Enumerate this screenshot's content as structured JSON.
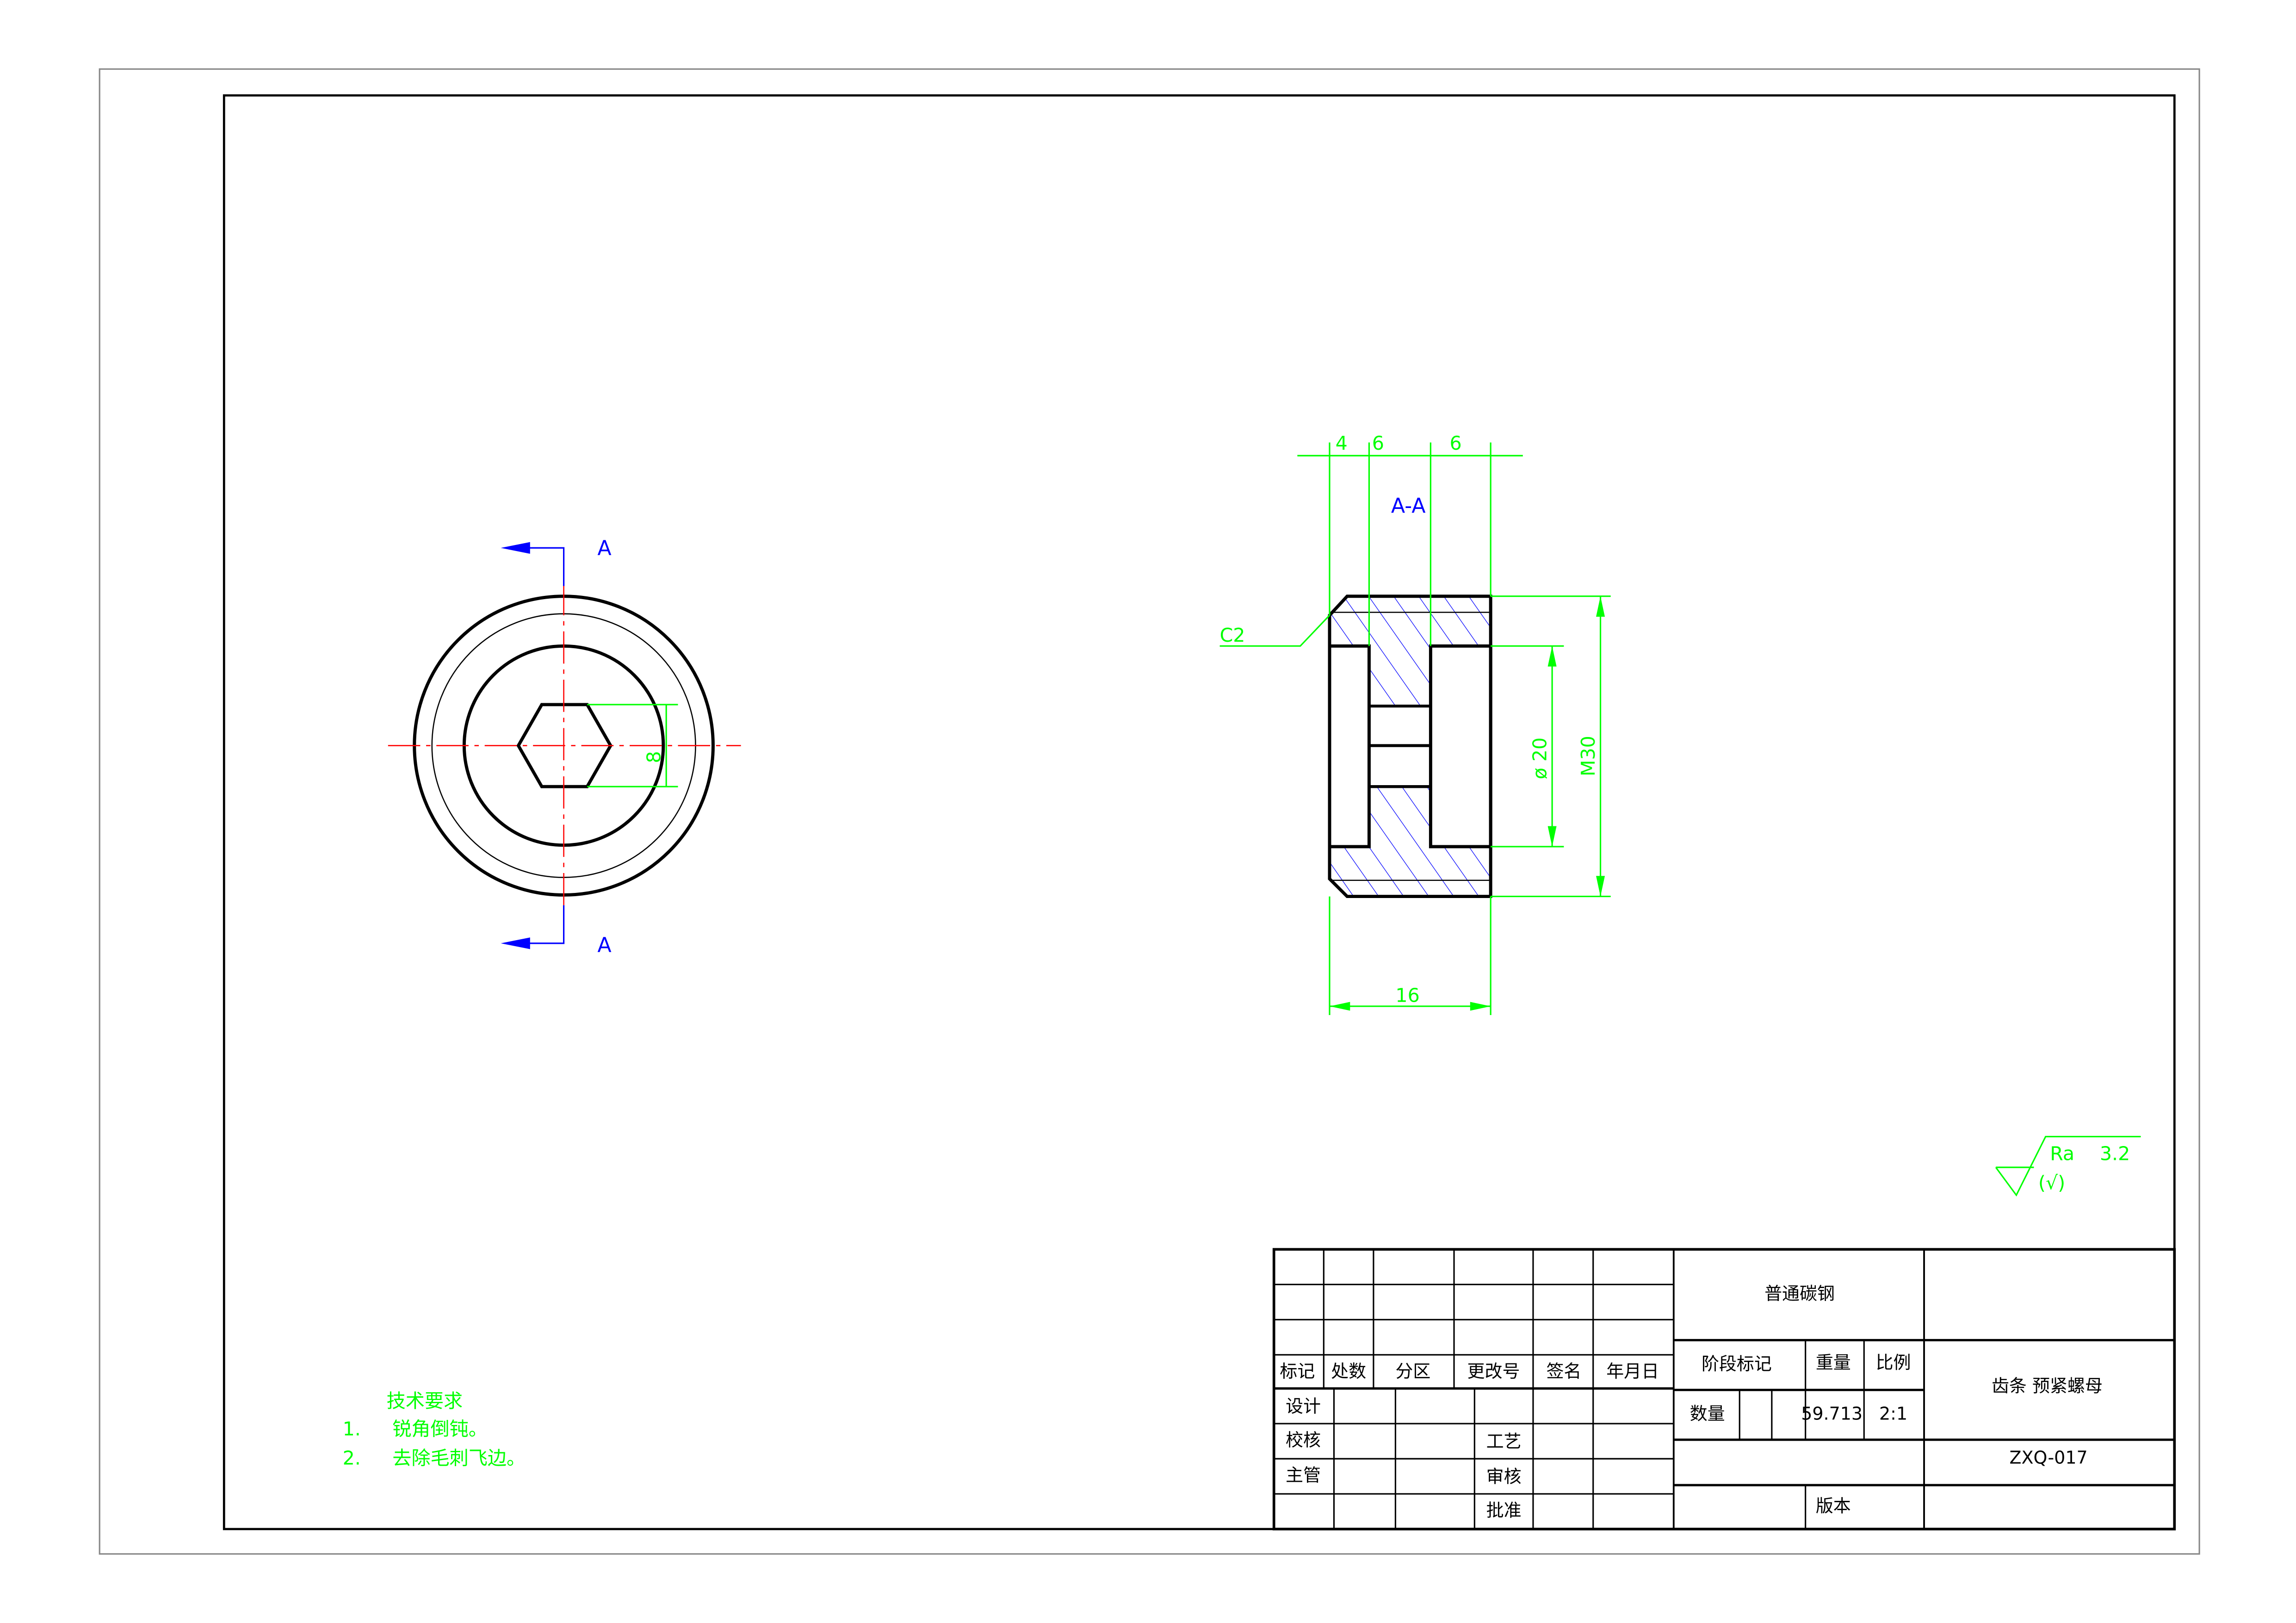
{
  "section_label": "A",
  "section_title": "A-A",
  "dimensions": {
    "d4": "4",
    "d6a": "6",
    "d6b": "6",
    "d16": "16",
    "hex": "8",
    "bore": "ø 20",
    "thread": "M30",
    "chamfer": "C2"
  },
  "roughness": {
    "label": "Ra",
    "value": "3.2",
    "note": "(√)"
  },
  "tech": {
    "title": "技术要求",
    "items": [
      {
        "num": "1.",
        "text": "锐角倒钝。"
      },
      {
        "num": "2.",
        "text": "去除毛刺飞边。"
      }
    ]
  },
  "title_block": {
    "headers": [
      "标记",
      "处数",
      "分区",
      "更改号",
      "签名",
      "年月日"
    ],
    "design": "设计",
    "check": "校核",
    "process": "工艺",
    "manager": "主管",
    "review": "审核",
    "approve": "批准",
    "material": "普通碳钢",
    "stage": "阶段标记",
    "weight_label": "重量",
    "scale_label": "比例",
    "qty_label": "数量",
    "weight": "59.713",
    "scale": "2:1",
    "part_name": "齿条 预紧螺母",
    "drawing_no": "ZXQ-017",
    "version_label": "版本"
  },
  "colors": {
    "dim": "#00ff00",
    "section": "#0000ff",
    "center": "#ff0000"
  }
}
